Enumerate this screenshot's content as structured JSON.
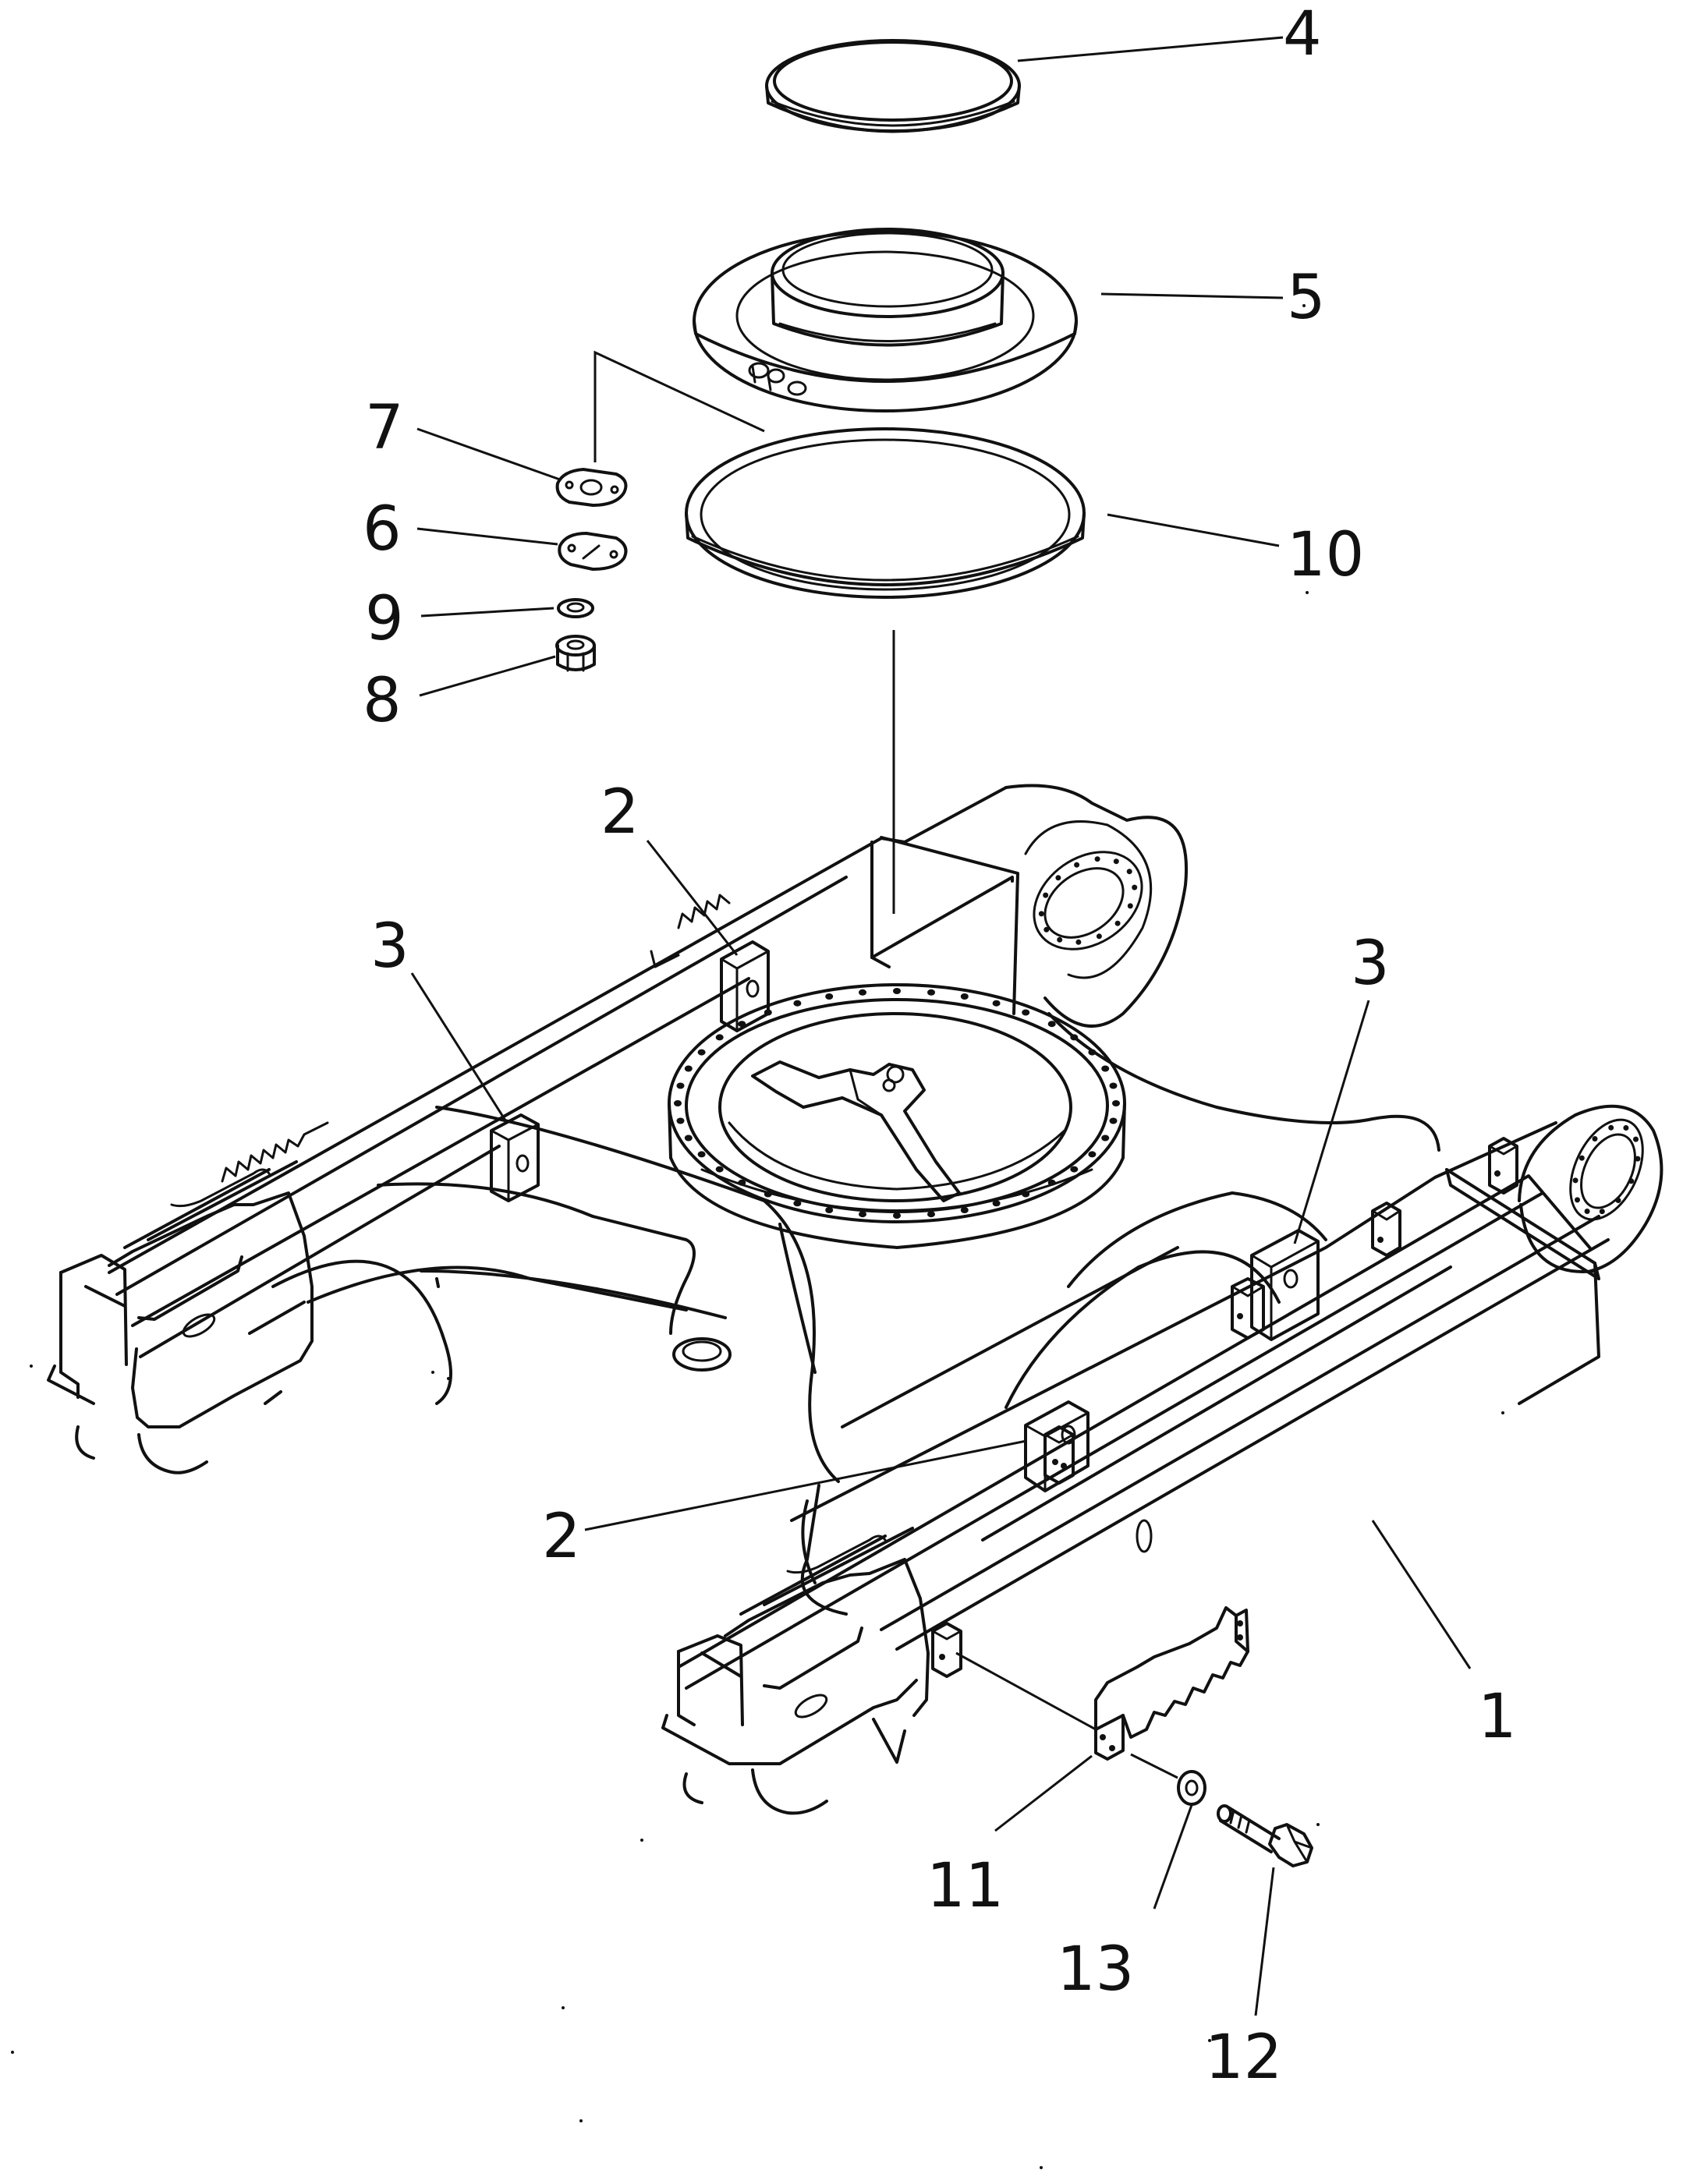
{
  "callouts": [
    {
      "id": "c4",
      "text": "4"
    },
    {
      "id": "c5",
      "text": "5"
    },
    {
      "id": "c7",
      "text": "7"
    },
    {
      "id": "c6",
      "text": "6"
    },
    {
      "id": "c10",
      "text": "10"
    },
    {
      "id": "c9",
      "text": "9"
    },
    {
      "id": "c8",
      "text": "8"
    },
    {
      "id": "c2-top",
      "text": "2"
    },
    {
      "id": "c3-left",
      "text": "3"
    },
    {
      "id": "c3-right",
      "text": "3"
    },
    {
      "id": "c2-bottom",
      "text": "2"
    },
    {
      "id": "c1",
      "text": "1"
    },
    {
      "id": "c11",
      "text": "11"
    },
    {
      "id": "c13",
      "text": "13"
    },
    {
      "id": "c12",
      "text": "12"
    }
  ],
  "colors": {
    "ink": "#111111",
    "paper": "#ffffff"
  }
}
